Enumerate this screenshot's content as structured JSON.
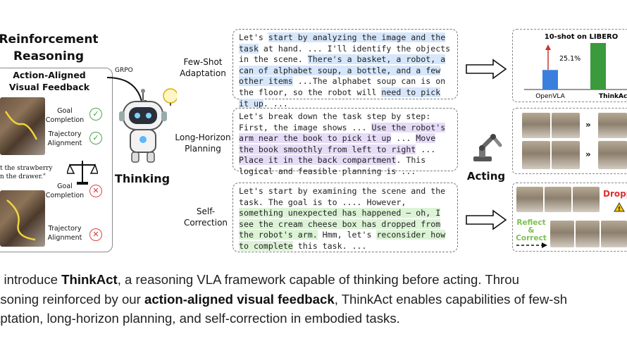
{
  "left_panel": {
    "title_line1": "Reinforcement",
    "title_line2": "Reasoning",
    "feedback_title_line1": "Action-Aligned",
    "feedback_title_line2": "Visual Feedback",
    "goal_completion": "Goal\nCompletion",
    "trajectory_alignment": "Trajectory\nAlignment",
    "instruction_quote": "t the strawberry\nn the drawer.\"",
    "top_results": [
      "pass",
      "pass"
    ],
    "bottom_results": [
      "fail",
      "fail"
    ],
    "grpo_label": "GRPO",
    "thinking_label": "Thinking"
  },
  "capabilities": [
    {
      "label": "Few-Shot\nAdaptation",
      "text_segments": [
        {
          "text": "Let's ",
          "hl": ""
        },
        {
          "text": "start by analyzing the image and the task",
          "hl": "blue"
        },
        {
          "text": " at hand. ... I'll identify the objects in the scene. ",
          "hl": ""
        },
        {
          "text": "There's a basket, a robot, a can of alphabet soup, a bottle, and a few other items",
          "hl": "blue"
        },
        {
          "text": " ...The alphabet soup can is on the floor, so the robot will ",
          "hl": ""
        },
        {
          "text": "need to pick it up",
          "hl": "blue"
        },
        {
          "text": ". ...",
          "hl": ""
        }
      ]
    },
    {
      "label": "Long-Horizon\nPlanning",
      "text_segments": [
        {
          "text": "Let's break down the task step by step: First, the image shows ... ",
          "hl": ""
        },
        {
          "text": "Use the robot's arm near the book to pick it up",
          "hl": "purple"
        },
        {
          "text": " ... ",
          "hl": ""
        },
        {
          "text": "Move the book smoothly from left to right",
          "hl": "purple"
        },
        {
          "text": " ... ",
          "hl": ""
        },
        {
          "text": "Place it in the back compartment",
          "hl": "purple"
        },
        {
          "text": ". This logical and feasible planning is ...",
          "hl": ""
        }
      ]
    },
    {
      "label": "Self-\nCorrection",
      "text_segments": [
        {
          "text": "Let's start by examining the scene and the task. The goal is to .... However, ",
          "hl": ""
        },
        {
          "text": "something unexpected has happened — oh, I see the cream cheese box has dropped from the robot's arm.",
          "hl": "green"
        },
        {
          "text": " Hmm, let's ",
          "hl": ""
        },
        {
          "text": "reconsider how to complete",
          "hl": "green"
        },
        {
          "text": " this task. ...",
          "hl": ""
        }
      ]
    }
  ],
  "acting": {
    "label": "Acting",
    "chart": {
      "title": "10-shot on LIBERO",
      "annotation": "25.1%",
      "bars": [
        {
          "name": "OpenVLA",
          "value": 0.42,
          "color": "#3a7fdc"
        },
        {
          "name": "ThinkAct (Ours)",
          "value": 1.0,
          "color": "#3b9a3b"
        }
      ]
    },
    "dropped_label": "Dropp",
    "reflect_label": "Reflect\n&\nCorrect"
  },
  "caption": {
    "line1_pre": "e introduce ",
    "line1_bold": "ThinkAct",
    "line1_post": ", a reasoning VLA framework capable of thinking before acting. Throu",
    "line2_pre": "asoning reinforced by our ",
    "line2_bold": "action-aligned visual feedback",
    "line2_post": ", ThinkAct enables capabilities of few-sh",
    "line3": "aptation, long-horizon planning, and self-correction in embodied tasks."
  },
  "colors": {
    "blue_hl": "#d6e6fb",
    "purple_hl": "#e6dcf8",
    "green_hl": "#dcf3d6",
    "openvla": "#3a7fdc",
    "thinkact": "#3b9a3b",
    "warning": "#e03030"
  }
}
